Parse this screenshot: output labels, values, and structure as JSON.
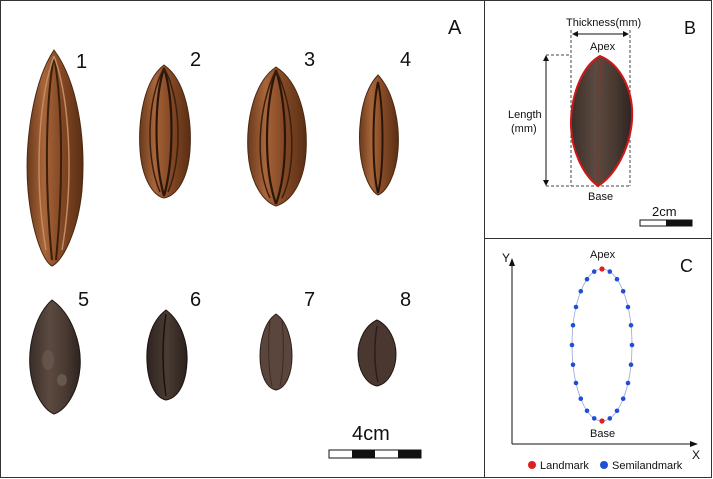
{
  "panel_a": {
    "letter": "A",
    "seed_numbers": [
      "1",
      "2",
      "3",
      "4",
      "5",
      "6",
      "7",
      "8"
    ],
    "scale_label": "4cm"
  },
  "panel_b": {
    "letter": "B",
    "thickness_label": "Thickness(mm)",
    "apex_label": "Apex",
    "length_label_1": "Length",
    "length_label_2": "(mm)",
    "base_label": "Base",
    "scale_label": "2cm"
  },
  "panel_c": {
    "letter": "C",
    "y_axis_label": "Y",
    "x_axis_label": "X",
    "apex_label": "Apex",
    "base_label": "Base",
    "legend": {
      "landmark_label": "Landmark",
      "semilandmark_label": "Semilandmark"
    }
  },
  "colors": {
    "landmark": "#e02020",
    "semilandmark": "#1f4fd8",
    "outline": "#d01818"
  }
}
